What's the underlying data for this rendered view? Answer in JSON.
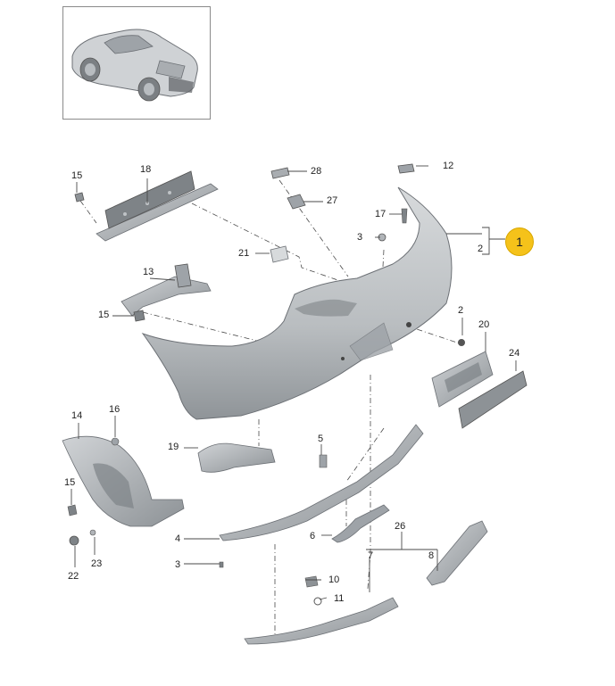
{
  "colors": {
    "part_fill": "#c9cccf",
    "part_dark": "#8d9296",
    "part_edge": "#6c7075",
    "leader": "#4a4a4a",
    "highlight": "#f5c21a"
  },
  "callouts": [
    {
      "id": "c1",
      "label": "1"
    },
    {
      "id": "c2",
      "label": "2"
    },
    {
      "id": "c2b",
      "label": "2"
    },
    {
      "id": "c3a",
      "label": "3"
    },
    {
      "id": "c3b",
      "label": "3"
    },
    {
      "id": "c4",
      "label": "4"
    },
    {
      "id": "c5",
      "label": "5"
    },
    {
      "id": "c6",
      "label": "6"
    },
    {
      "id": "c7",
      "label": "7"
    },
    {
      "id": "c8",
      "label": "8"
    },
    {
      "id": "c10",
      "label": "10"
    },
    {
      "id": "c11",
      "label": "11"
    },
    {
      "id": "c12",
      "label": "12"
    },
    {
      "id": "c13",
      "label": "13"
    },
    {
      "id": "c14",
      "label": "14"
    },
    {
      "id": "c15a",
      "label": "15"
    },
    {
      "id": "c15b",
      "label": "15"
    },
    {
      "id": "c15c",
      "label": "15"
    },
    {
      "id": "c16",
      "label": "16"
    },
    {
      "id": "c17",
      "label": "17"
    },
    {
      "id": "c18",
      "label": "18"
    },
    {
      "id": "c19",
      "label": "19"
    },
    {
      "id": "c20",
      "label": "20"
    },
    {
      "id": "c21",
      "label": "21"
    },
    {
      "id": "c22",
      "label": "22"
    },
    {
      "id": "c23",
      "label": "23"
    },
    {
      "id": "c24",
      "label": "24"
    },
    {
      "id": "c26",
      "label": "26"
    },
    {
      "id": "c27",
      "label": "27"
    },
    {
      "id": "c28",
      "label": "28"
    }
  ]
}
